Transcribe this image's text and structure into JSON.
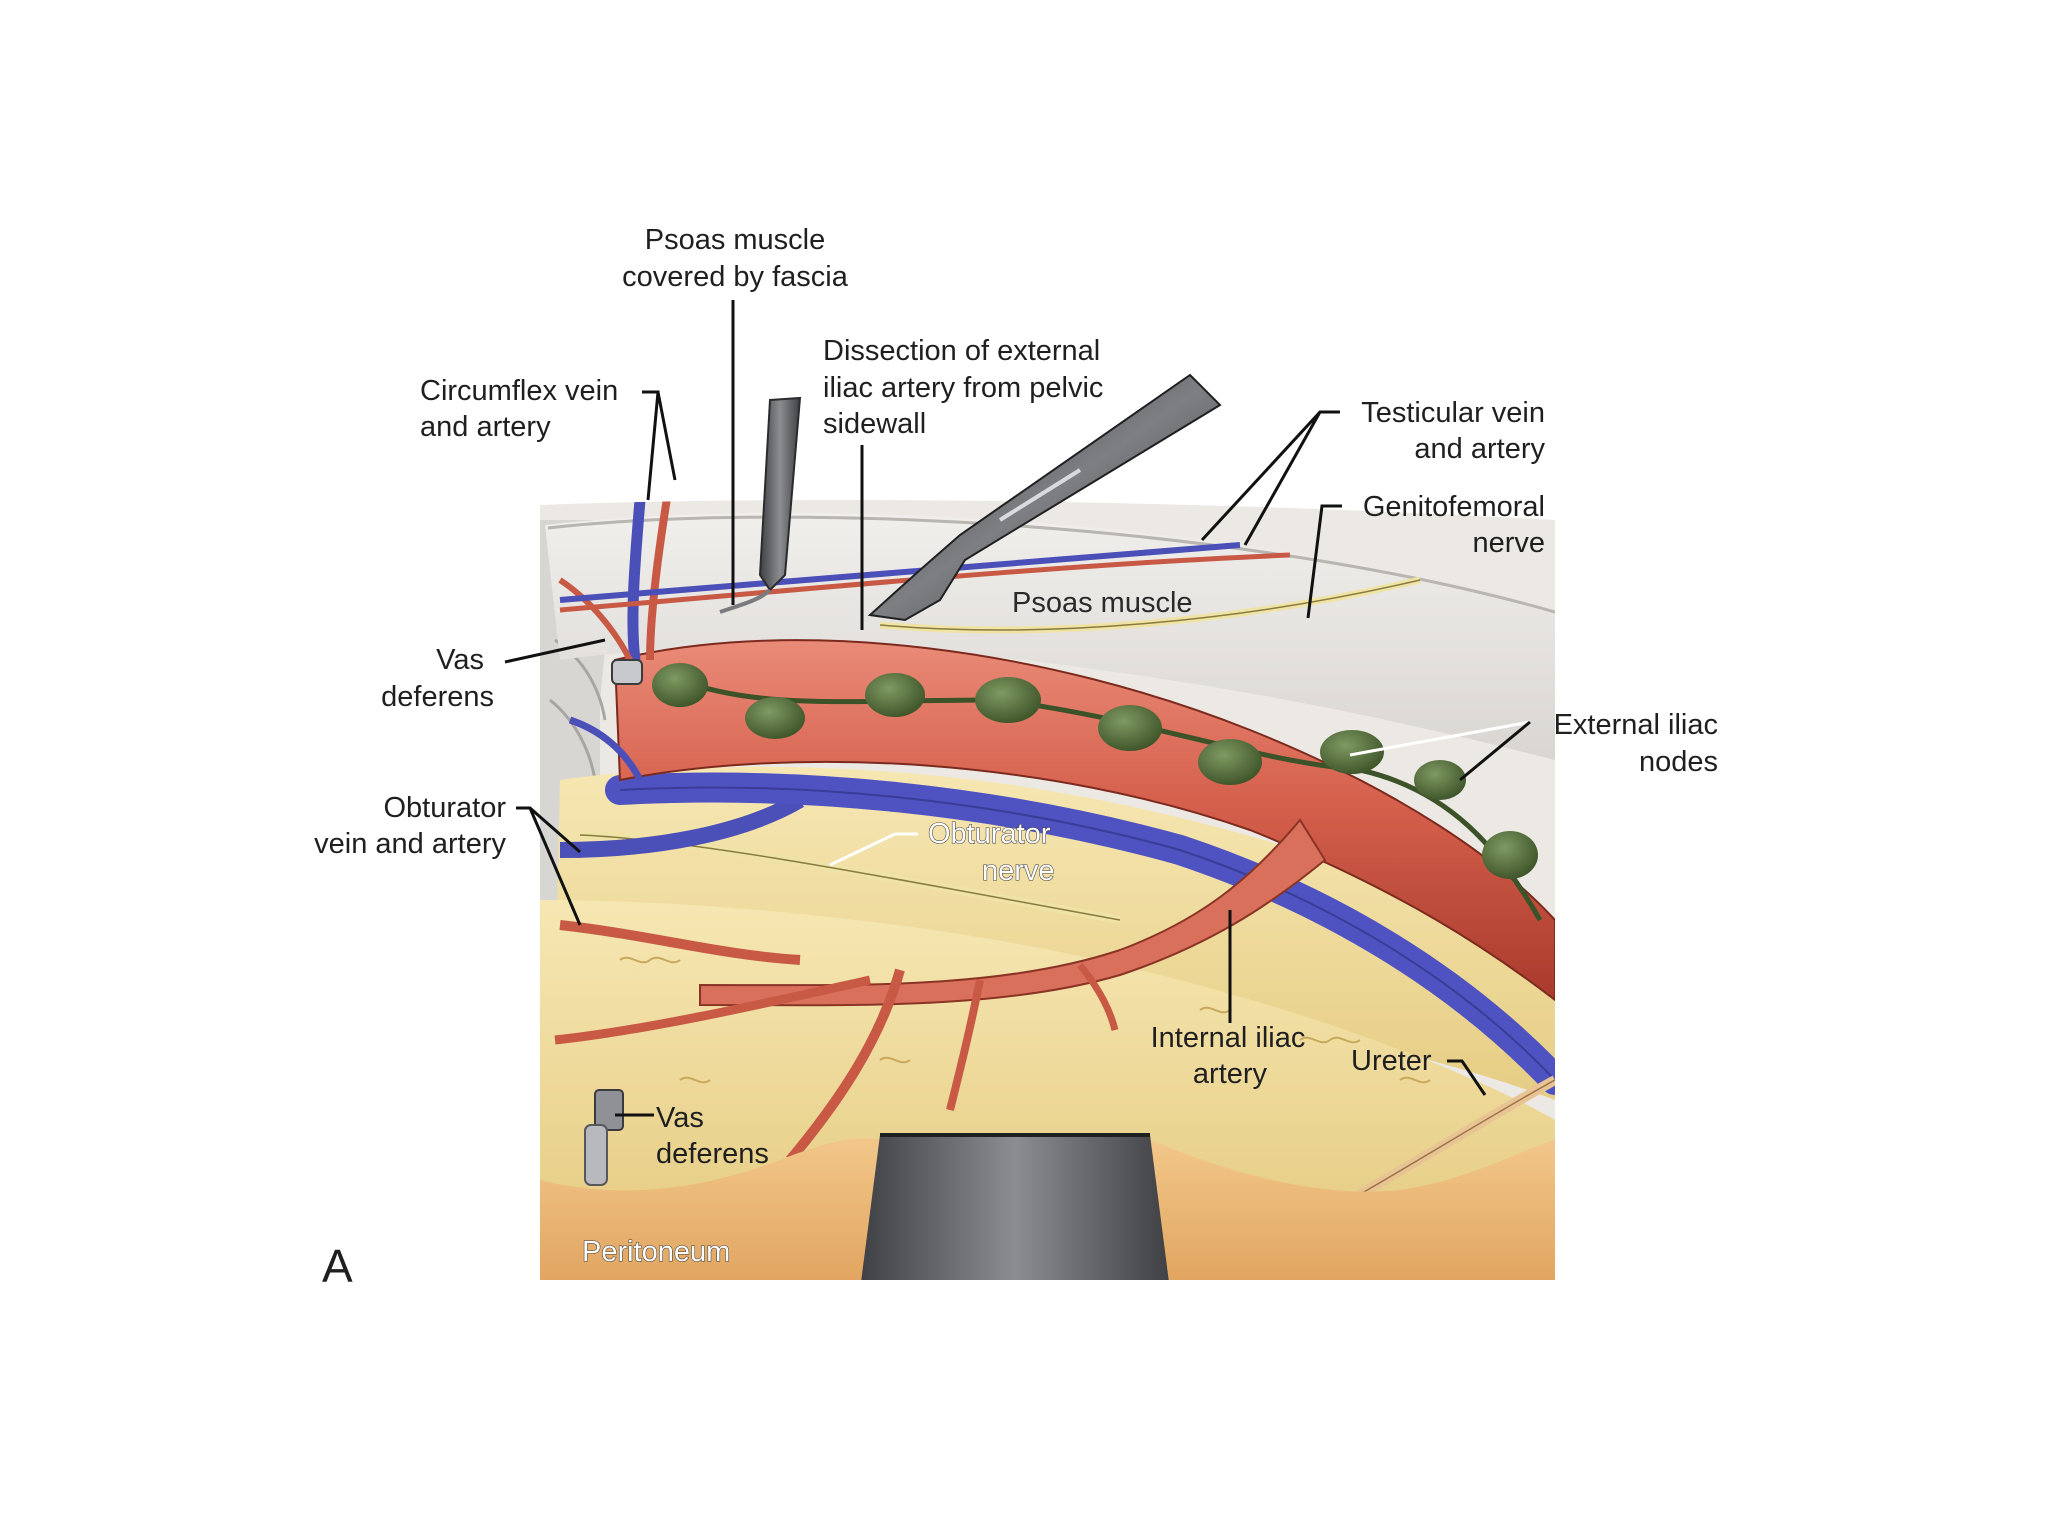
{
  "figure": {
    "panel_letter": "A",
    "labels": {
      "psoas_fascia": [
        "Psoas muscle",
        "covered by fascia"
      ],
      "dissection": [
        "Dissection of external",
        "iliac artery from pelvic",
        "sidewall"
      ],
      "circumflex": [
        "Circumflex vein",
        "and artery"
      ],
      "testicular": [
        "Testicular vein",
        "and artery"
      ],
      "genitofemoral": [
        "Genitofemoral",
        "nerve"
      ],
      "psoas_muscle": "Psoas muscle",
      "vas_upper": [
        "Vas",
        "deferens"
      ],
      "external_iliac_nodes": [
        "External iliac",
        "nodes"
      ],
      "obturator_vessels": [
        "Obturator",
        "vein and artery"
      ],
      "obturator_nerve": [
        "Obturator",
        "nerve"
      ],
      "internal_iliac": [
        "Internal iliac",
        "artery"
      ],
      "ureter": "Ureter",
      "vas_lower": [
        "Vas",
        "deferens"
      ],
      "peritoneum": "Peritoneum"
    }
  }
}
